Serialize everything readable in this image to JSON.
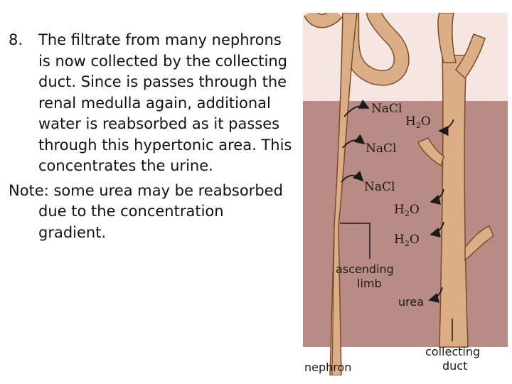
{
  "text": {
    "point_number": "8.",
    "point_text": "The filtrate from many nephrons is now collected by the collecting duct. Since is passes through the renal medulla again, additional water is reabsorbed as it passes through this hypertonic area. This concentrates the urine.",
    "note_text": "Note: some urea may be reabsorbed due to the concentration gradient."
  },
  "figure": {
    "labels": {
      "nacl": "NaCl",
      "h2o_h": "H",
      "h2o_2": "2",
      "h2o_o": "O",
      "ascending_line1": "ascending",
      "ascending_line2": "limb",
      "urea": "urea",
      "collecting_line1": "collecting",
      "collecting_line2": "duct",
      "nephron": "nephron"
    },
    "colors": {
      "cortex_bg": "#f6e6e1",
      "medulla_bg": "#b98b85",
      "tube_fill": "#dcae86",
      "tube_outline": "#7a4a2e",
      "arrow": "#1a1a1a"
    }
  }
}
